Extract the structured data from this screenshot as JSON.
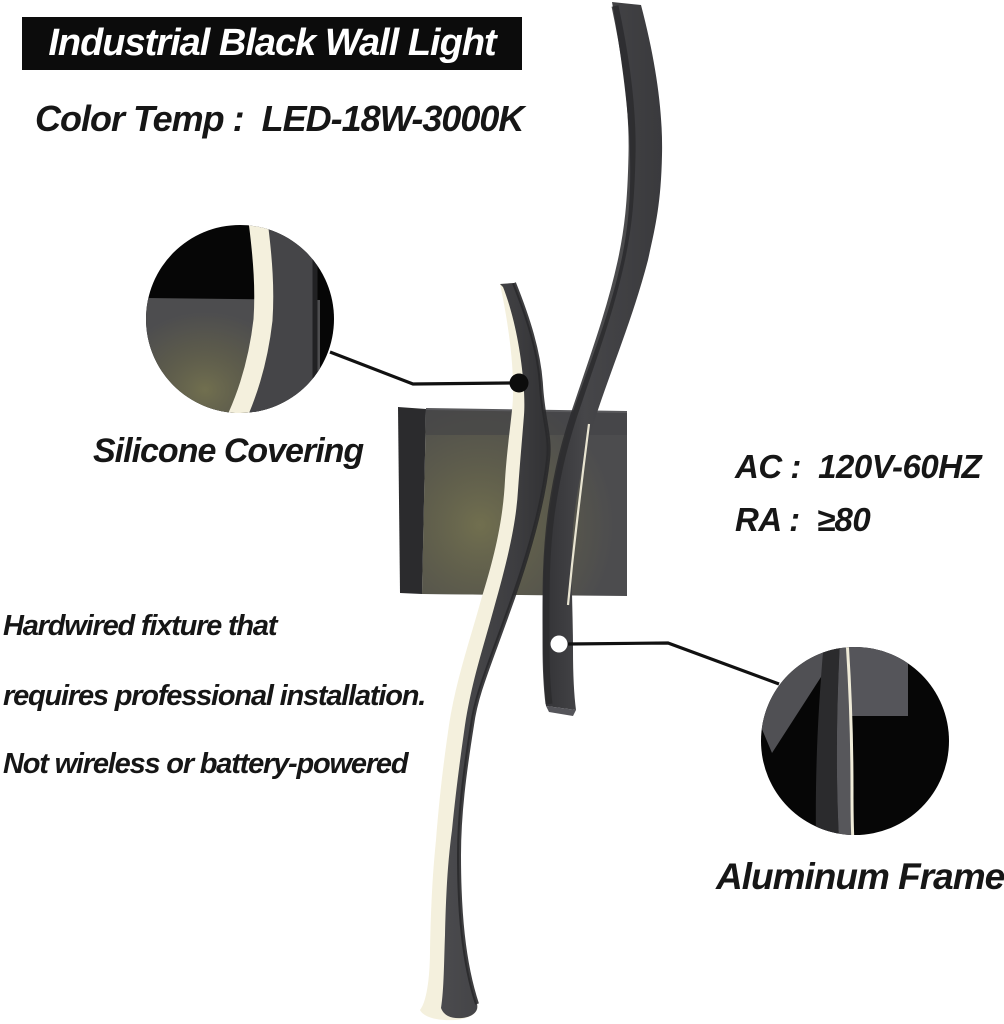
{
  "header": {
    "title": "Industrial Black Wall Light"
  },
  "specs": {
    "color_temp": "Color Temp :  LED-18W-3000K",
    "ac": "AC :  120V-60HZ",
    "ra": "RA :  ≥80"
  },
  "callouts": {
    "silicone_covering": "Silicone Covering",
    "aluminum_frame": "Aluminum Frame"
  },
  "note": {
    "line1": "Hardwired fixture that",
    "line2": "requires professional installation.",
    "line3": "Not wireless or battery-powered"
  },
  "colors": {
    "background": "#ffffff",
    "title_bar_bg": "#0c0c0c",
    "title_text": "#ffffff",
    "body_text": "#161616",
    "lamp_dark_gray": "#404043",
    "lamp_edge_dark": "#2a2a2c",
    "mounting_box_face": "#4c4c4e",
    "led_glow_olive": "#6f6d4e",
    "led_strip_cream": "#f4f0dd",
    "callout_circle_bg": "#060606",
    "leader_line": "#111111"
  }
}
